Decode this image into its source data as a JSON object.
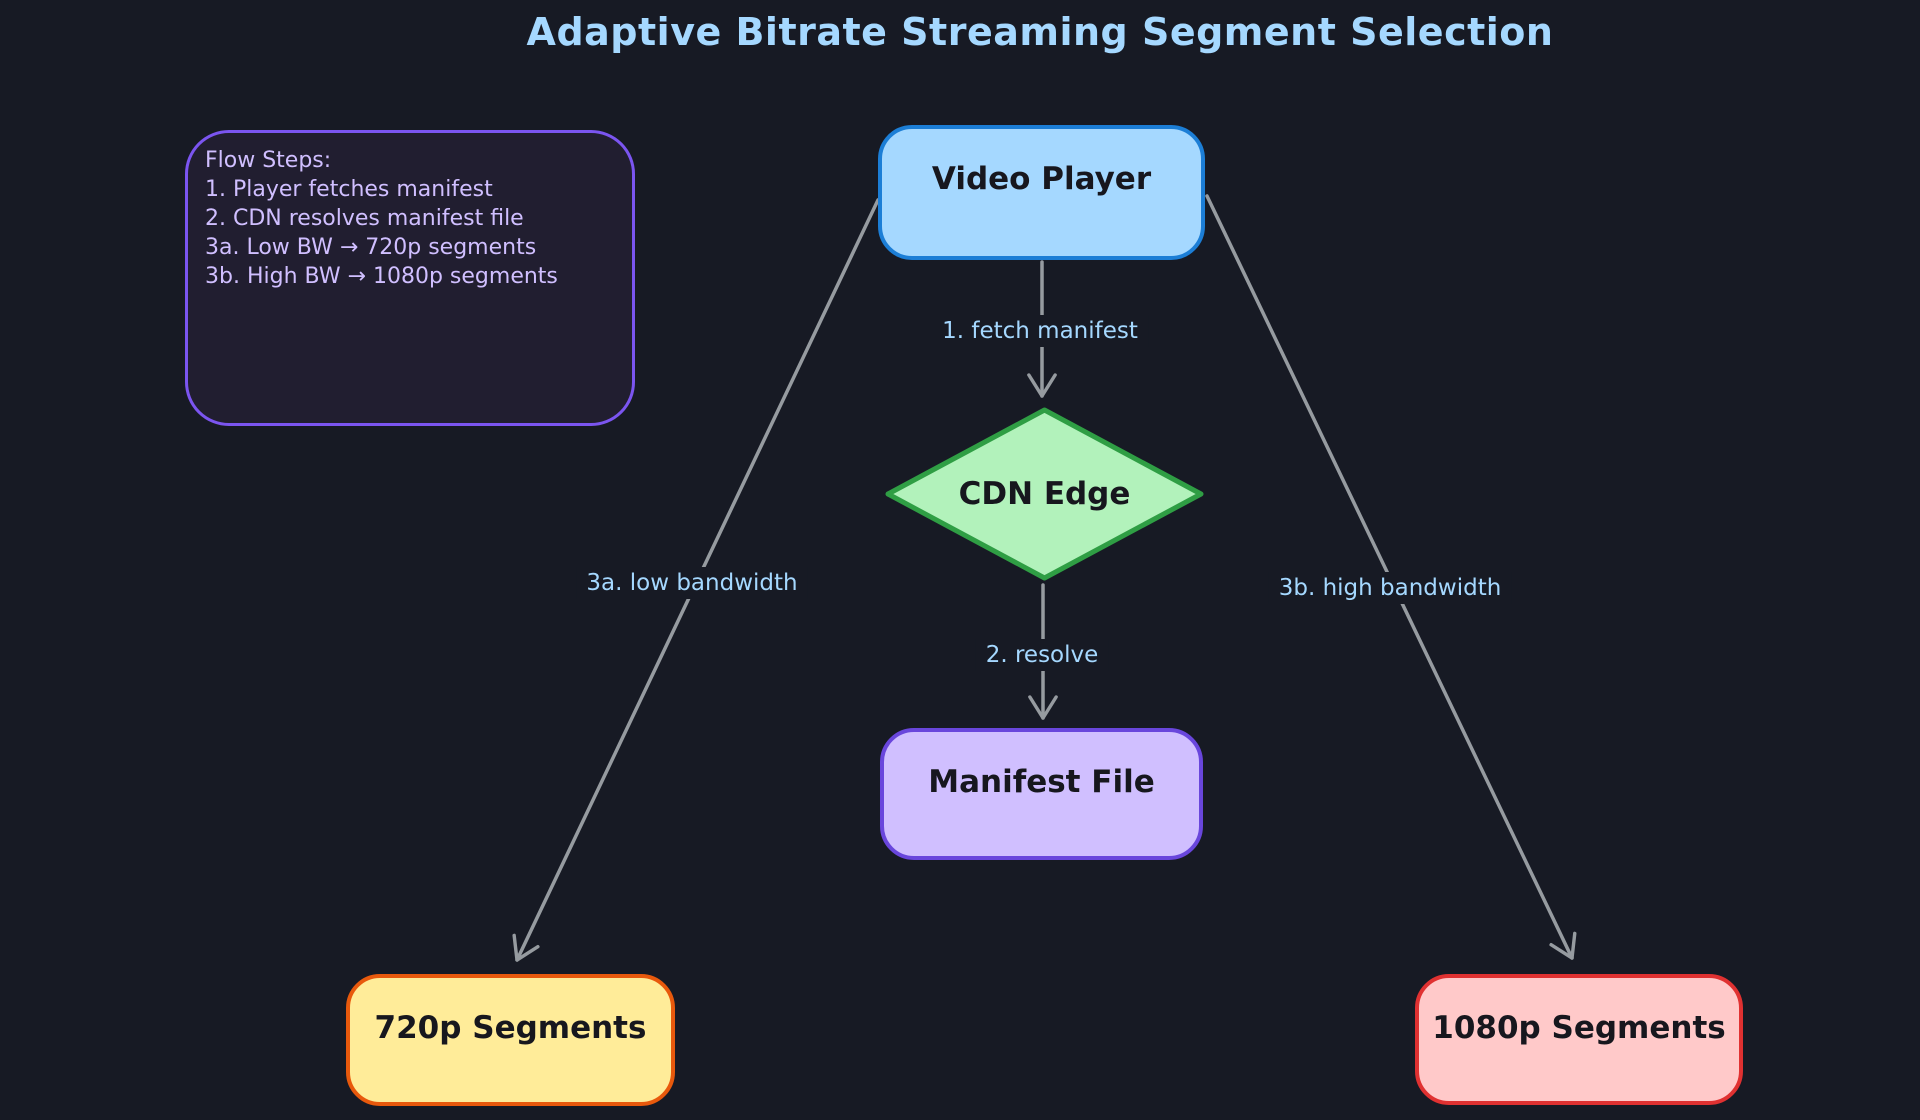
{
  "title": "Adaptive Bitrate Streaming Segment Selection",
  "note": {
    "lines": [
      "Flow Steps:",
      "1. Player fetches manifest",
      "2. CDN resolves manifest file",
      "3a. Low BW → 720p segments",
      "3b. High BW → 1080p segments"
    ]
  },
  "nodes": {
    "video_player": {
      "label": "Video Player",
      "shape": "rounded-rect",
      "fill": "#a5d8ff",
      "stroke": "#1c7ed6"
    },
    "cdn_edge": {
      "label": "CDN Edge",
      "shape": "diamond",
      "fill": "#b2f2bb",
      "stroke": "#2f9e44"
    },
    "manifest_file": {
      "label": "Manifest File",
      "shape": "rounded-rect",
      "fill": "#d0bfff",
      "stroke": "#6946dc"
    },
    "segments_720p": {
      "label": "720p Segments",
      "shape": "rounded-rect",
      "fill": "#ffec99",
      "stroke": "#e8590c"
    },
    "segments_1080p": {
      "label": "1080p Segments",
      "shape": "rounded-rect",
      "fill": "#ffc9c9",
      "stroke": "#e03131"
    }
  },
  "edges": {
    "fetch_manifest": {
      "label": "1. fetch manifest",
      "from": "video_player",
      "to": "cdn_edge"
    },
    "resolve": {
      "label": "2. resolve",
      "from": "cdn_edge",
      "to": "manifest_file"
    },
    "low_bandwidth": {
      "label": "3a. low bandwidth",
      "from": "video_player",
      "to": "segments_720p"
    },
    "high_bandwidth": {
      "label": "3b. high bandwidth",
      "from": "video_player",
      "to": "segments_1080p"
    }
  },
  "colors": {
    "background": "#171a24",
    "title_text": "#a5d8ff",
    "edge_label_text": "#a5d8ff",
    "note_background": "#211e30",
    "note_border": "#7b55f0",
    "note_text": "#d0bfff",
    "arrow": "#969ba0",
    "node_text": "#17171e"
  }
}
